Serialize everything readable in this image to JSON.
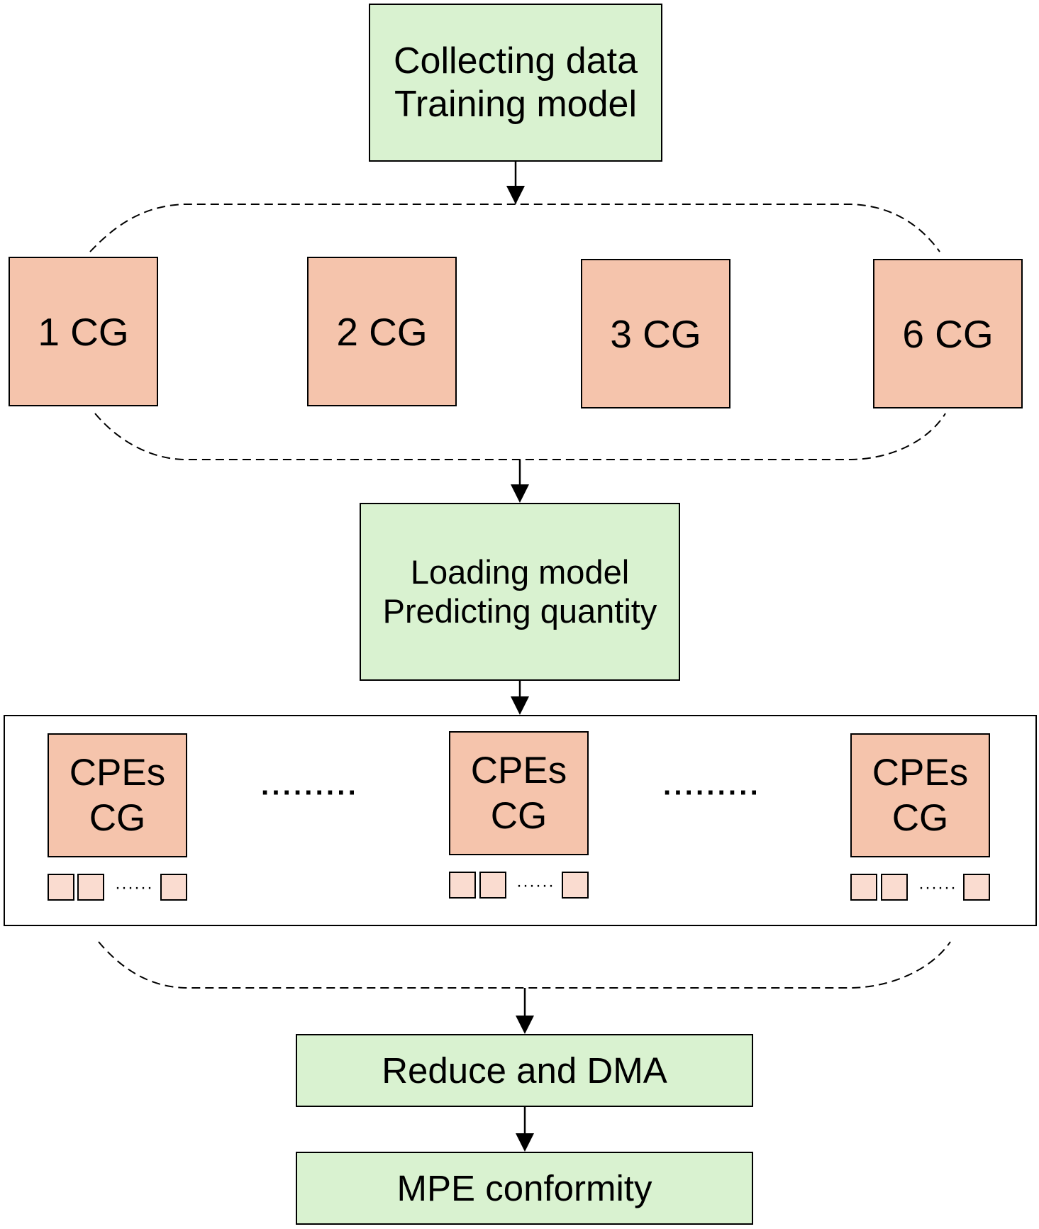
{
  "colors": {
    "step_fill": "#d9f2d0",
    "cg_fill": "#f5c4ac",
    "core_fill": "#fadcd0",
    "line": "#000000"
  },
  "steps": {
    "collect": "Collecting data\nTraining model",
    "load": "Loading model\nPredicting quantity",
    "reduce": "Reduce and DMA",
    "mpe": "MPE conformity"
  },
  "core_groups": [
    "1 CG",
    "2 CG",
    "3 CG",
    "6 CG"
  ],
  "cpe_groups": [
    "CPEs\nCG",
    "CPEs\nCG",
    "CPEs\nCG"
  ],
  "ellipsis": "·········",
  "small_ellipsis": "······"
}
